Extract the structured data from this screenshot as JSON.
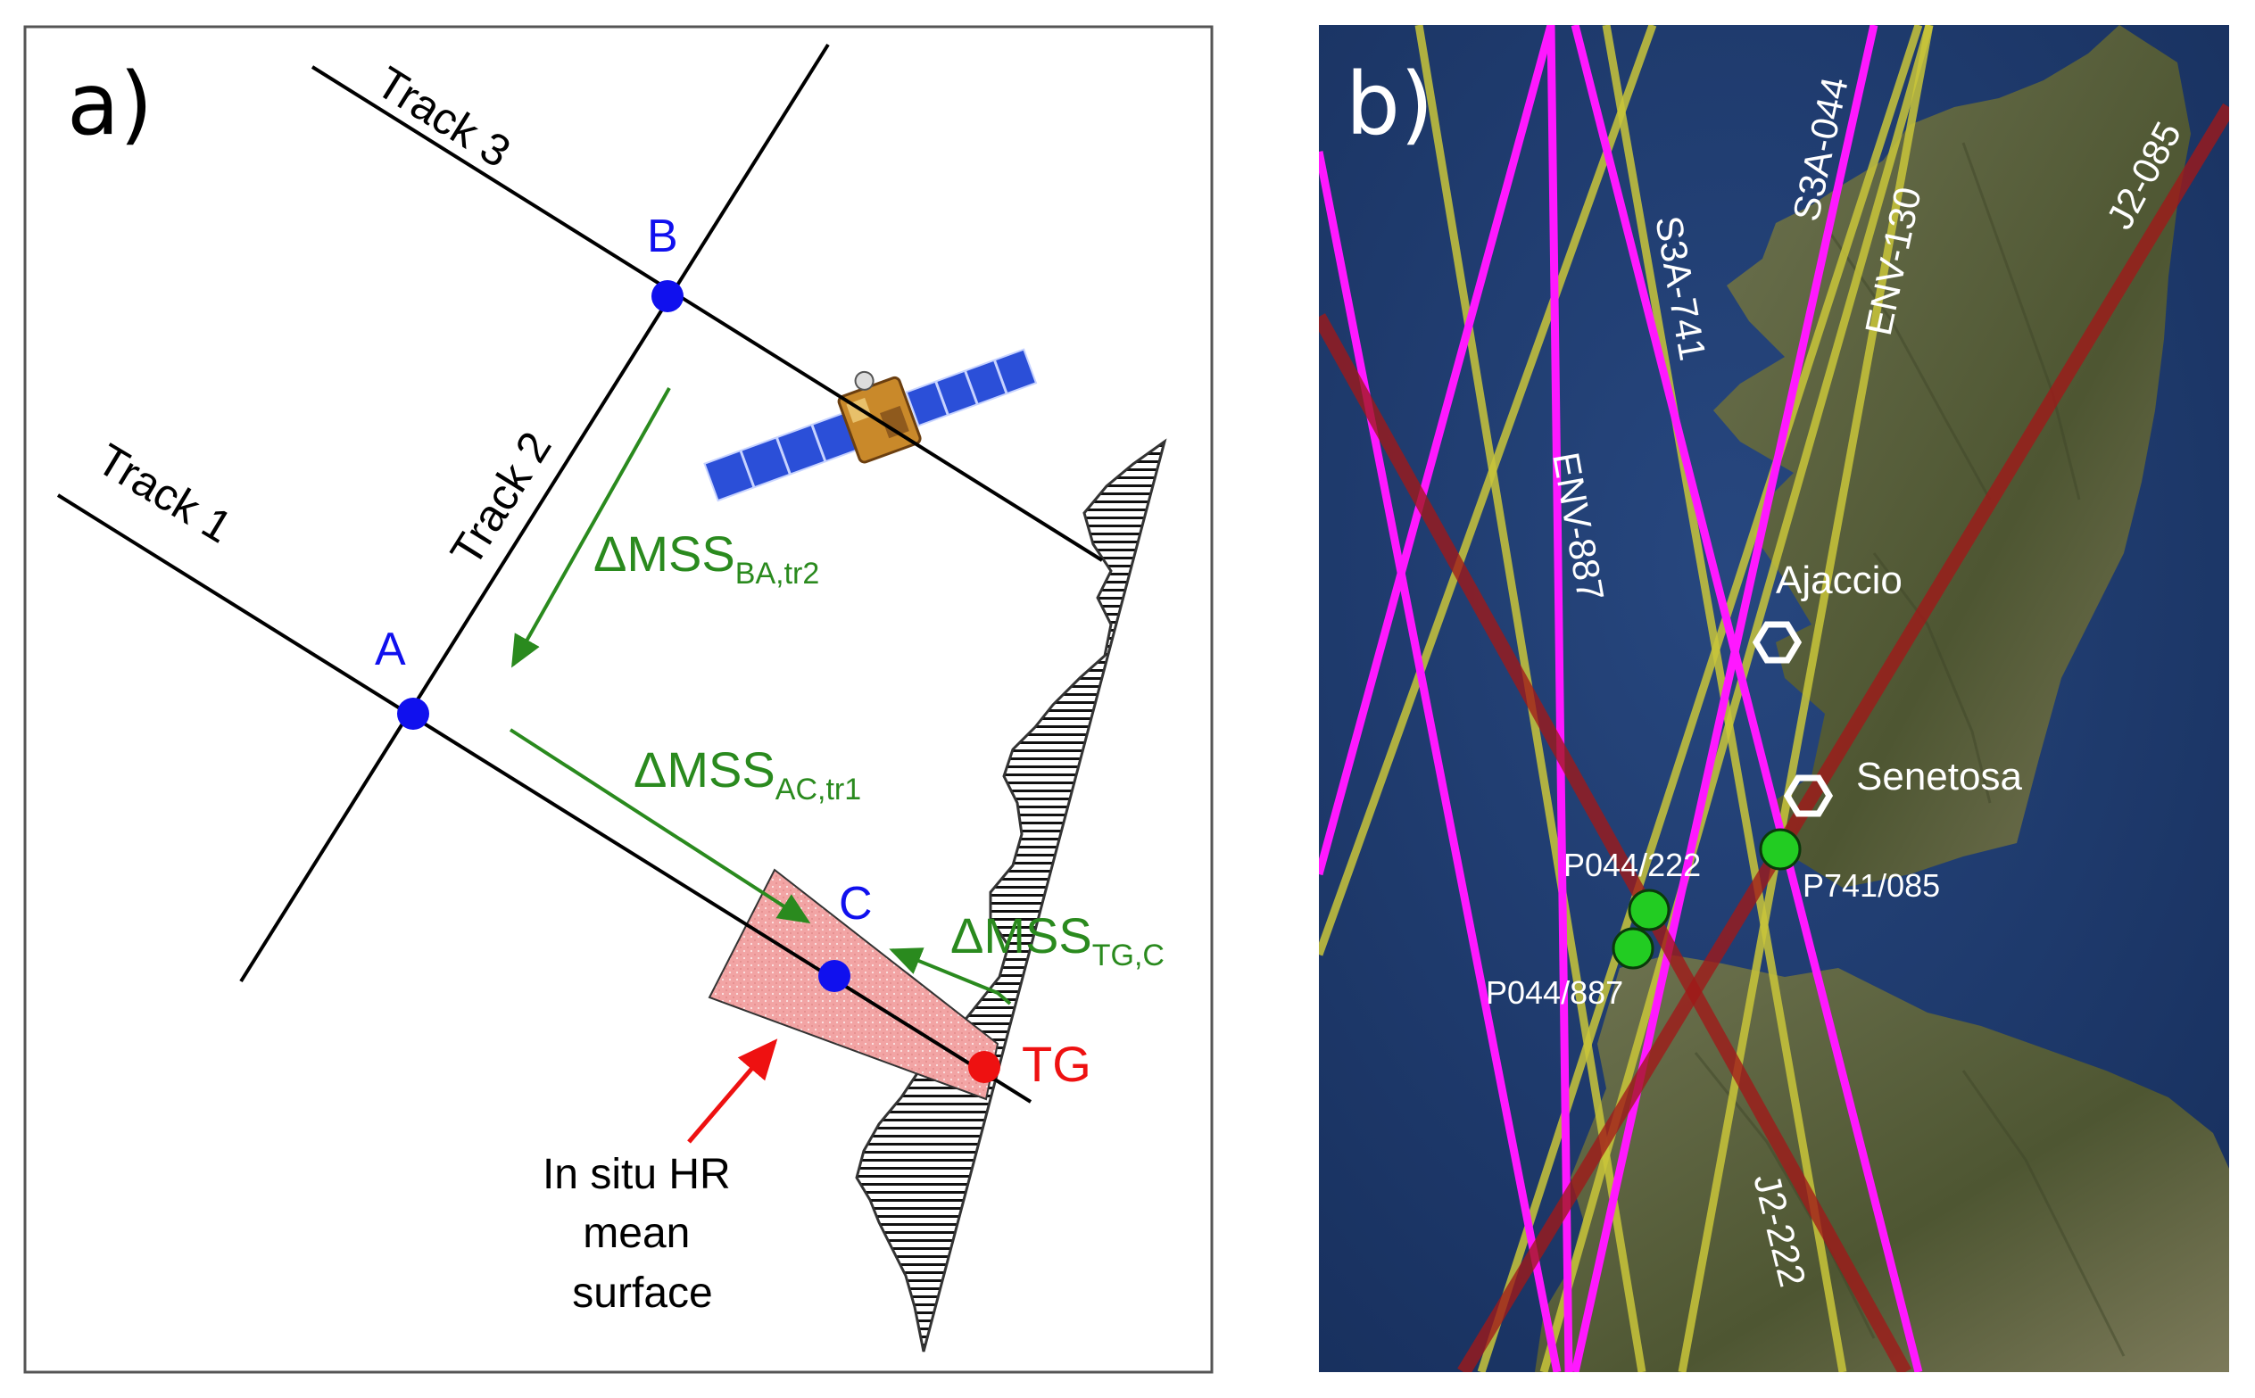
{
  "panel_a": {
    "label": "a)",
    "tracks": [
      "Track 1",
      "Track 2",
      "Track 3"
    ],
    "points": [
      "A",
      "B",
      "C",
      "TG"
    ],
    "dmss_ba": {
      "main": "ΔMSS",
      "sub": "BA,tr2"
    },
    "dmss_ac": {
      "main": "ΔMSS",
      "sub": "AC,tr1"
    },
    "dmss_tgc": {
      "main": "ΔMSS",
      "sub": "TG,C"
    },
    "hr_surface_lines": [
      "In situ HR",
      "mean",
      "surface"
    ],
    "colors": {
      "track": "#000000",
      "point": "#1010ee",
      "green": "#2a8a1e",
      "tg": "#ee1111",
      "wedge": "#f2a4a4"
    }
  },
  "panel_b": {
    "label": "b)",
    "tracks": {
      "s3a_044": "S3A-044",
      "s3a_741": "S3A-741",
      "env_130": "ENV-130",
      "env_887": "ENV-887",
      "j2_085": "J2-085",
      "j2_222": "J2-222"
    },
    "sites": [
      "Ajaccio",
      "Senetosa"
    ],
    "points": [
      "P044/222",
      "P044/887",
      "P741/085"
    ],
    "colors": {
      "sea": "#1f3a6e",
      "land": "#5d6340",
      "magenta": "#ff18ff",
      "yellow": "#c9c63a",
      "red": "#a01818",
      "point": "#22cc22"
    }
  }
}
